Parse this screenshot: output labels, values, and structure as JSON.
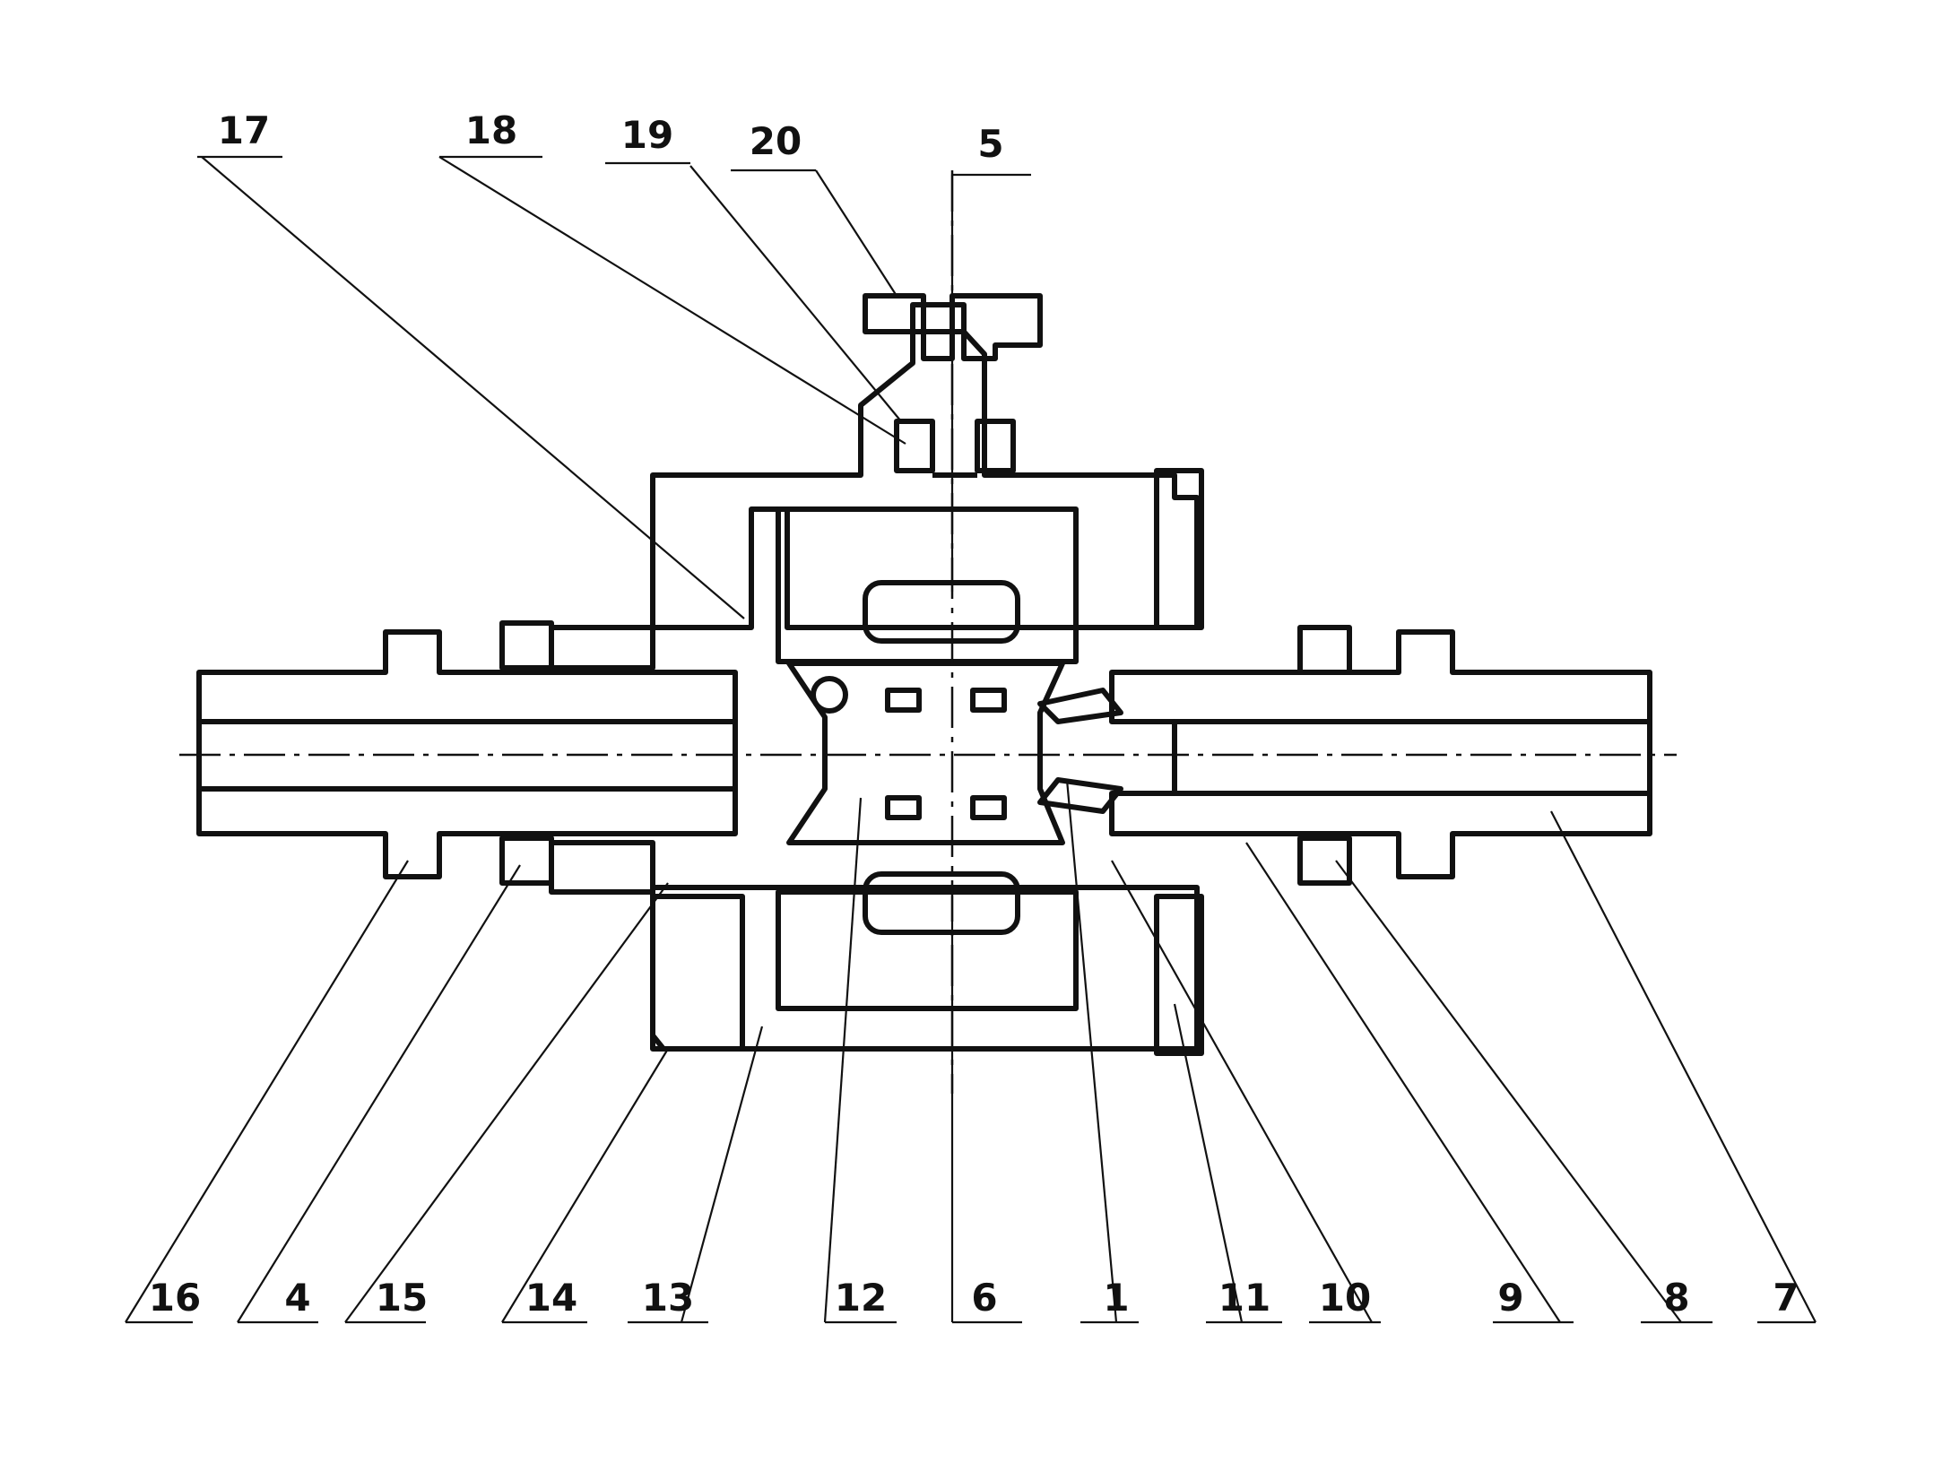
{
  "diagram": {
    "ink_color": "#111111",
    "paper_color": "#ffffff",
    "labels_top": [
      "17",
      "18",
      "19",
      "20",
      "5"
    ],
    "labels_bottom": [
      "16",
      "4",
      "15",
      "14",
      "13",
      "12",
      "6",
      "1",
      "11",
      "10",
      "9",
      "8",
      "7"
    ]
  }
}
